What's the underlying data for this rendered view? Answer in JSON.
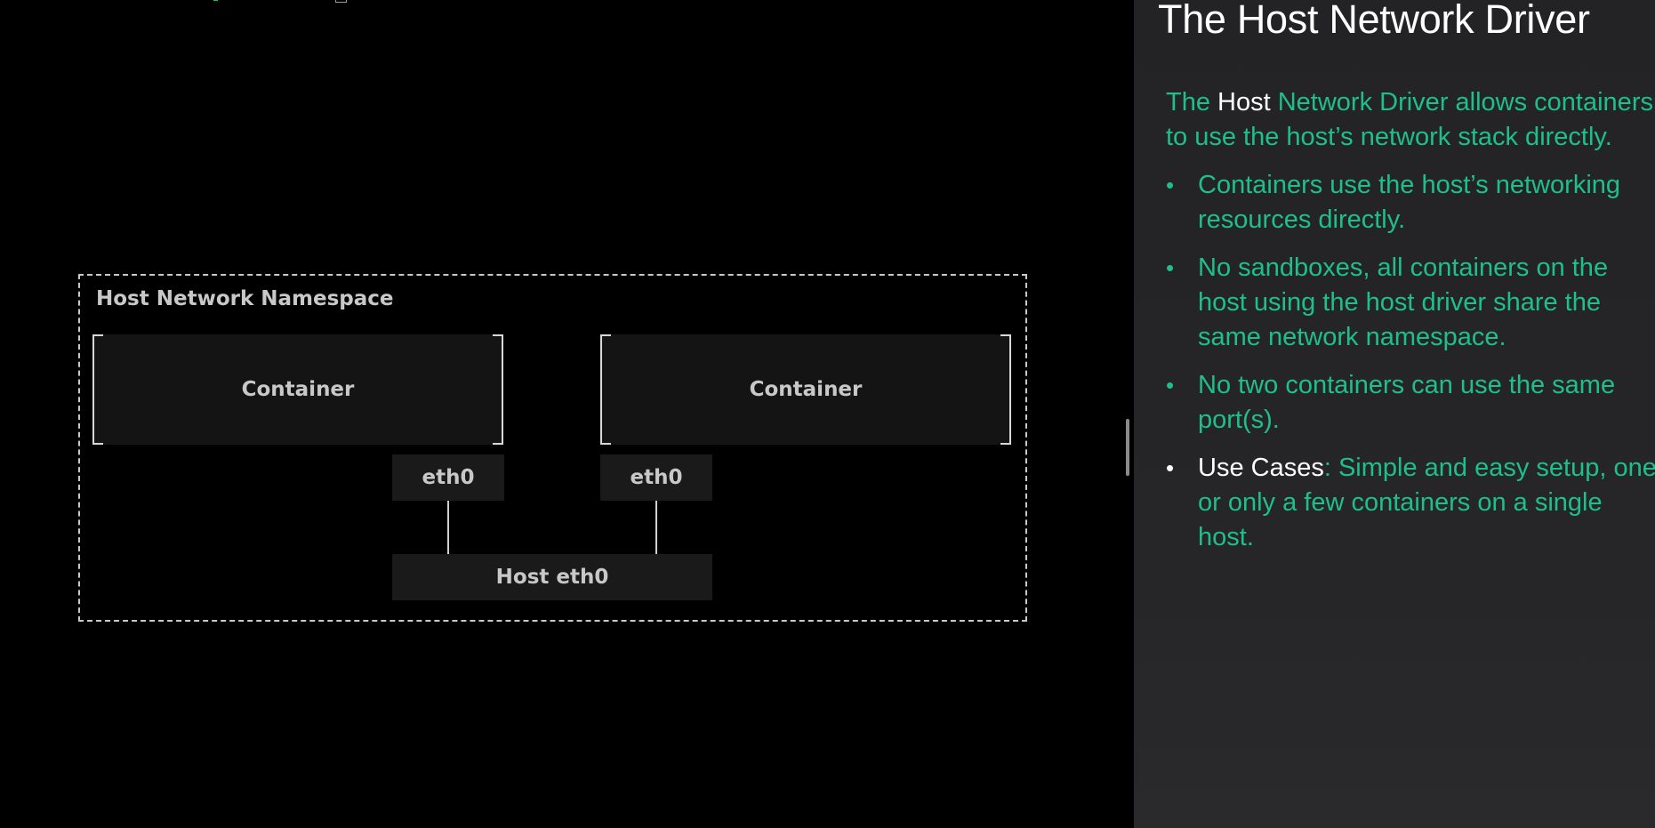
{
  "diagram": {
    "namespace_label": "Host Network Namespace",
    "containers": [
      {
        "label": "Container",
        "iface": "eth0"
      },
      {
        "label": "Container",
        "iface": "eth0"
      }
    ],
    "host_iface": "Host eth0"
  },
  "slide": {
    "title": "The Host Network Driver",
    "intro": {
      "line1_a": "The ",
      "line1_highlight": "Host",
      "line1_b": " Network Driver allows containers",
      "line2": "to use the host’s network stack directly."
    },
    "bullets": [
      {
        "lines": [
          "Containers use the host’s networking",
          "resources directly."
        ]
      },
      {
        "lines": [
          "No sandboxes, all containers on the",
          "host using the host driver share the",
          "same network namespace."
        ]
      },
      {
        "lines": [
          "No two containers can use the same",
          "port(s)."
        ]
      }
    ],
    "use_cases": {
      "label": "Use Cases",
      "line1": ": Simple and easy setup, one",
      "line2": "or only a few containers on a single",
      "line3": "host."
    }
  },
  "colors": {
    "accent_green": "#1fbf8a",
    "slide_background": "#252527",
    "terminal_background": "#000000"
  }
}
